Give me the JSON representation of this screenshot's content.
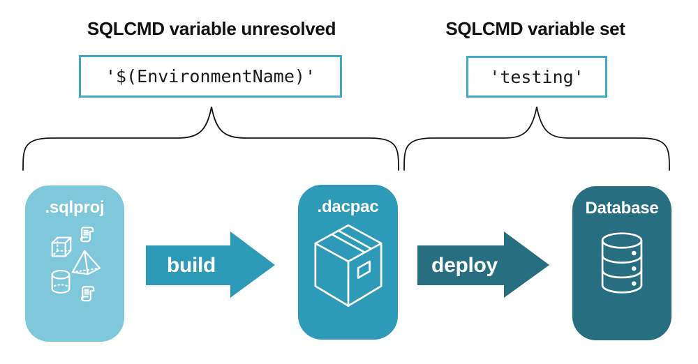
{
  "headings": {
    "left": "SQLCMD variable unresolved",
    "right": "SQLCMD variable set"
  },
  "code_boxes": {
    "unresolved": "'$(EnvironmentName)'",
    "set": "'testing'"
  },
  "nodes": [
    {
      "label": ".sqlproj",
      "color": "#7fc7db",
      "icons": [
        "scroll-icon",
        "cube-icon",
        "pyramid-icon",
        "cylinder-icon",
        "scroll-icon"
      ]
    },
    {
      "label": ".dacpac",
      "color": "#2d9ab8",
      "icons": [
        "package-icon"
      ]
    },
    {
      "label": "Database",
      "color": "#266e80",
      "icons": [
        "database-cylinder-icon"
      ]
    }
  ],
  "arrows": [
    {
      "label": "build",
      "color": "#2d9ab8"
    },
    {
      "label": "deploy",
      "color": "#266e80"
    }
  ],
  "colors": {
    "background": "#ffffff",
    "code_box_border": "#41a9c7",
    "brace_stroke": "#141414",
    "heading_text": "#111111",
    "code_text": "#1c1c1c",
    "icon_stroke": "#ffffff"
  }
}
